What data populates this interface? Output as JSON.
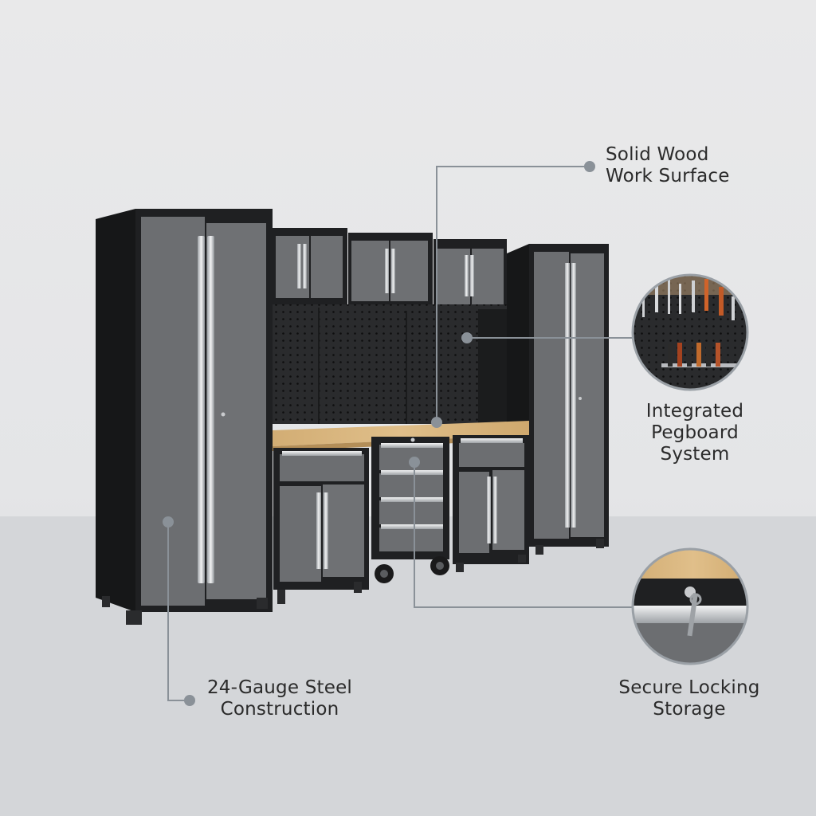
{
  "colors": {
    "background_top": "#e9e9ea",
    "floor": "#d4d6d9",
    "cabinet_frame": "#1f2022",
    "door_gray": "#6c6e71",
    "handle_silver": "#d5d7da",
    "wood_top": "#d8b57e",
    "pegboard": "#2a2b2d",
    "leader_line": "#8a9198"
  },
  "callouts": [
    {
      "id": "wood",
      "lines": [
        "Solid Wood",
        "Work Surface"
      ],
      "align": "left",
      "icon": "leader-dot"
    },
    {
      "id": "pegboard",
      "lines": [
        "Integrated",
        "Pegboard System"
      ],
      "align": "center",
      "icon": "pegboard-tools-detail-image"
    },
    {
      "id": "steel",
      "lines": [
        "24-Gauge Steel",
        "Construction"
      ],
      "align": "center",
      "icon": "leader-dot"
    },
    {
      "id": "lock",
      "lines": [
        "Secure Locking",
        "Storage"
      ],
      "align": "center",
      "icon": "lock-key-detail-image"
    }
  ]
}
